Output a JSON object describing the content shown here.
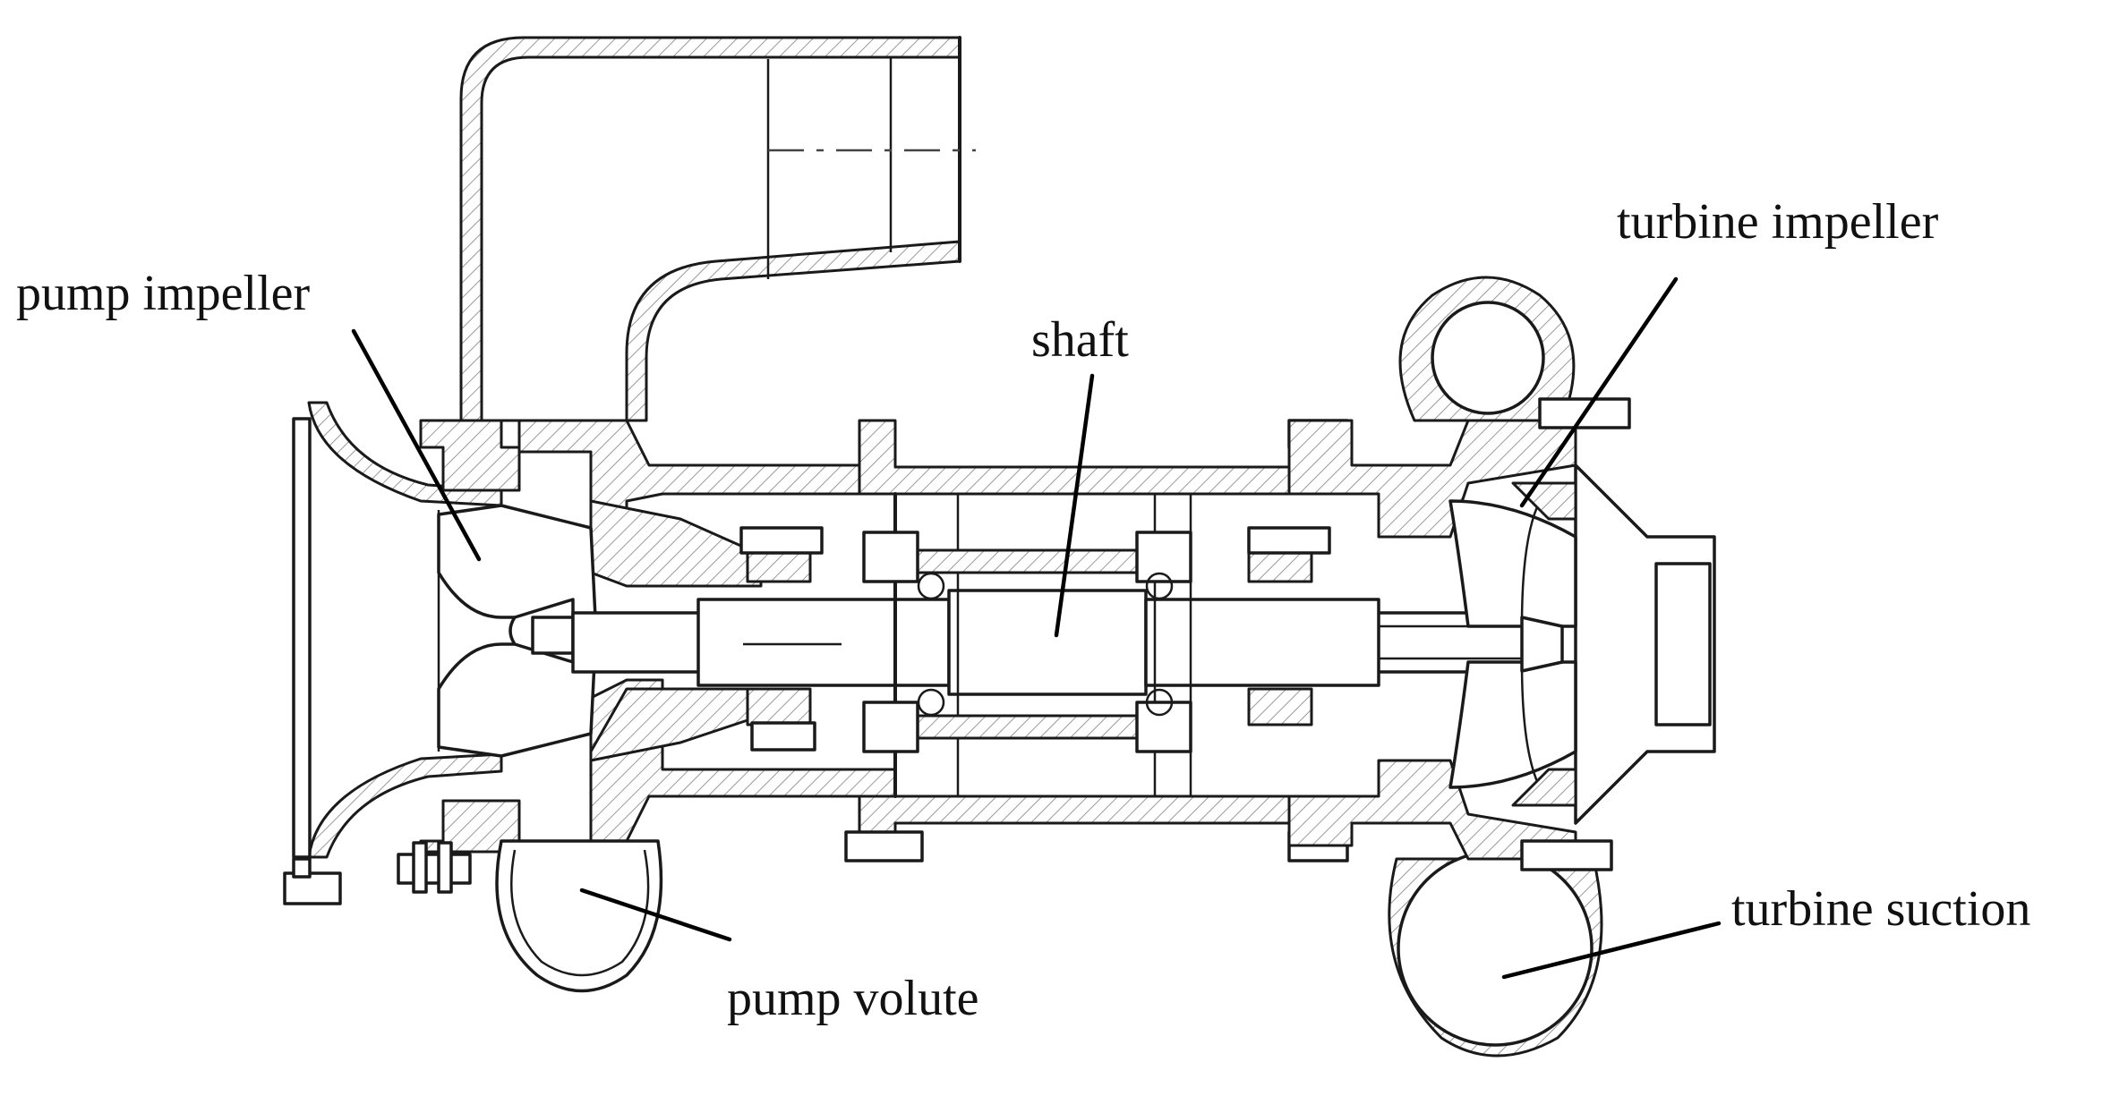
{
  "labels": {
    "pump_impeller": "pump impeller",
    "shaft": "shaft",
    "turbine_impeller": "turbine impeller",
    "pump_volute": "pump volute",
    "turbine_suction": "turbine suction"
  },
  "colors": {
    "line": "#1a1a1a",
    "background": "#ffffff",
    "hatch": "#9a9a9a"
  }
}
